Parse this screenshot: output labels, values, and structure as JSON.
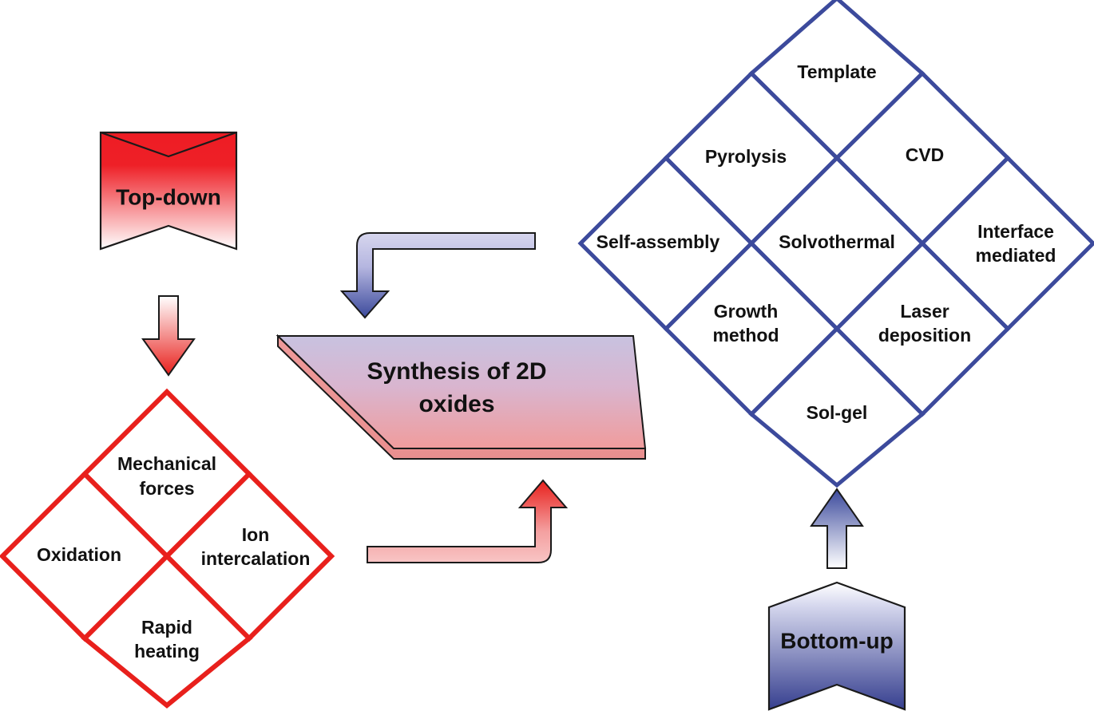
{
  "diagram": {
    "title_center": "Synthesis of 2D\noxides",
    "center_node": {
      "line1": "Synthesis of 2D",
      "line2": "oxides"
    },
    "banners": [
      {
        "id": "top-down",
        "label": "Top-down",
        "color_start": "#ee1c24",
        "color_end": "#ffffff"
      },
      {
        "id": "bottom-up",
        "label": "Bottom-up",
        "color_start": "#ffffff",
        "color_end": "#363f8f"
      }
    ],
    "topdown_methods": {
      "accent": "#e8201c",
      "items": [
        {
          "id": "mechanical-forces",
          "line1": "Mechanical",
          "line2": "forces",
          "position": "top"
        },
        {
          "id": "oxidation",
          "line1": "Oxidation",
          "line2": "",
          "position": "left"
        },
        {
          "id": "ion-intercalation",
          "line1": "Ion",
          "line2": "intercalation",
          "position": "right"
        },
        {
          "id": "rapid-heating",
          "line1": "Rapid",
          "line2": "heating",
          "position": "bottom"
        }
      ]
    },
    "bottomup_methods": {
      "accent": "#3c4a9c",
      "items": [
        {
          "id": "template",
          "line1": "Template",
          "line2": "",
          "position": "top"
        },
        {
          "id": "pyrolysis",
          "line1": "Pyrolysis",
          "line2": "",
          "position": "upper-left"
        },
        {
          "id": "cvd",
          "line1": "CVD",
          "line2": "",
          "position": "upper-right"
        },
        {
          "id": "self-assembly",
          "line1": "Self-assembly",
          "line2": "",
          "position": "left"
        },
        {
          "id": "solvothermal",
          "line1": "Solvothermal",
          "line2": "",
          "position": "center"
        },
        {
          "id": "interface-mediated",
          "line1": "Interface",
          "line2": "mediated",
          "position": "right"
        },
        {
          "id": "growth-method",
          "line1": "Growth",
          "line2": "method",
          "position": "lower-left"
        },
        {
          "id": "laser-deposition",
          "line1": "Laser",
          "line2": "deposition",
          "position": "lower-right"
        },
        {
          "id": "sol-gel",
          "line1": "Sol-gel",
          "line2": "",
          "position": "bottom"
        }
      ]
    },
    "arrows": [
      {
        "id": "topdown-down-arrow",
        "direction": "down",
        "color": "#e8201c"
      },
      {
        "id": "bottomup-up-arrow",
        "direction": "up",
        "color": "#3c4a9c"
      },
      {
        "id": "blue-elbow-arrow",
        "direction": "right-to-down",
        "color": "#3c4a9c"
      },
      {
        "id": "red-elbow-arrow",
        "direction": "left-to-up",
        "color": "#e8201c"
      }
    ],
    "colors": {
      "red_accent": "#e8201c",
      "blue_accent": "#3c4a9c",
      "slab_top": "#c9c3e0",
      "slab_bottom": "#ef9b9b",
      "outline": "#1a1a1a"
    }
  }
}
